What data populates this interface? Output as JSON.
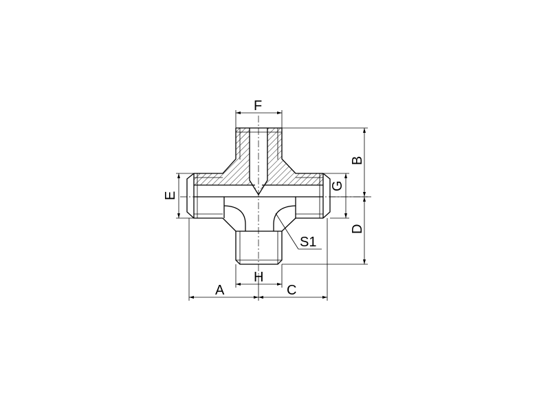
{
  "diagram": {
    "dimension_labels": {
      "A": "A",
      "B": "B",
      "C": "C",
      "D": "D",
      "E": "E",
      "F": "F",
      "G": "G",
      "H": "H",
      "S1": "S1"
    }
  }
}
